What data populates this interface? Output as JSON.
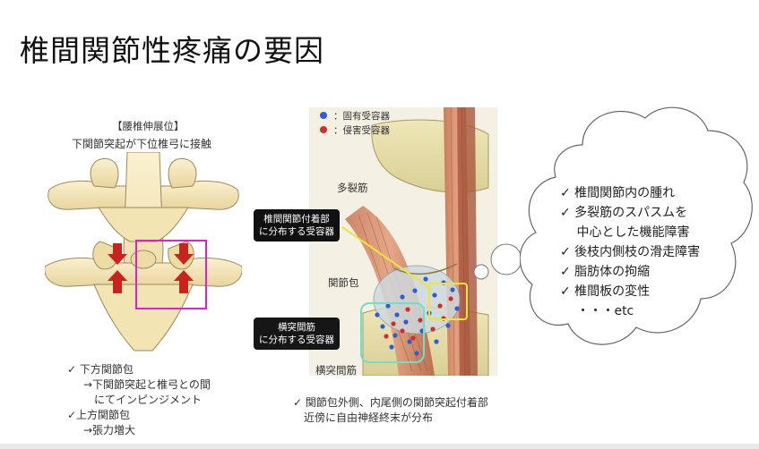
{
  "slide": {
    "title": "椎間関節性疼痛の要因"
  },
  "left_panel": {
    "heading_1": "【腰椎伸展位】",
    "heading_2": "下関節突起が下位椎弓に接触",
    "notes": [
      {
        "text": "✓ 下方関節包",
        "indent": 0
      },
      {
        "text": "→下関節突起と椎弓との間",
        "indent": 1
      },
      {
        "text": "にてインピンジメント",
        "indent": 1
      },
      {
        "text": "✓上方関節包",
        "indent": 0
      },
      {
        "text": "→張力増大",
        "indent": 1
      }
    ]
  },
  "middle_panel": {
    "legend": [
      {
        "label": "固有受容器",
        "color": "#2b5fd6"
      },
      {
        "label": "侵害受容器",
        "color": "#d62b2b"
      }
    ],
    "labels": {
      "multifidus": "多裂筋",
      "capsule": "関節包",
      "intertransverse": "横突間筋"
    },
    "callouts": {
      "upper_line1": "椎間関節付着部",
      "upper_line2": "に分布する受容器",
      "lower_line1": "横突間筋",
      "lower_line2": "に分布する受容器"
    },
    "caption_1": "✓ 関節包外側、内尾側の関節突起付着部",
    "caption_2": "近傍に自由神経終末が分布"
  },
  "cloud": {
    "items": [
      "✓ 椎間関節内の腫れ",
      "✓ 多裂筋のスパスムを",
      "　 中心とした機能障害",
      "✓ 後枝内側枝の滑走障害",
      "✓ 脂肪体の拘縮",
      "✓ 椎間板の変性",
      "　 ・・・etc"
    ]
  }
}
